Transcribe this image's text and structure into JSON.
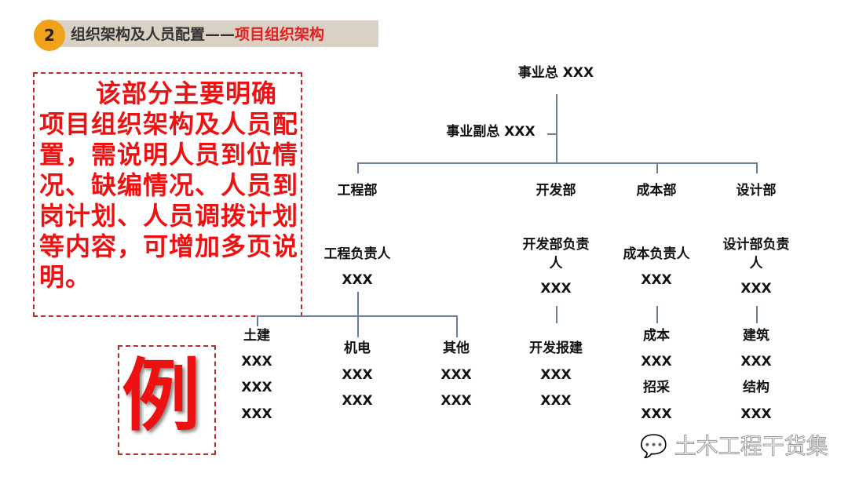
{
  "header": {
    "number": "2",
    "title": "组织架构及人员配置——",
    "highlight": "项目组织架构"
  },
  "note": "该部分主要明确项目组织架构及人员配置，需说明人员到位情况、缺编情况、人员到岗计划、人员调拨计划等内容，可增加多页说明。",
  "org": {
    "ceo": "事业总 XXX",
    "deputy": "事业副总 XXX",
    "depts": [
      "工程部",
      "开发部",
      "成本部",
      "设计部"
    ],
    "eng": {
      "head": "工程负责人",
      "name": "XXX",
      "subs": [
        {
          "label": "土建",
          "names": [
            "XXX",
            "XXX",
            "XXX"
          ]
        },
        {
          "label": "机电",
          "names": [
            "XXX",
            "XXX"
          ]
        },
        {
          "label": "其他",
          "names": [
            "XXX",
            "XXX"
          ]
        }
      ]
    },
    "dev": {
      "head1": "开发部负责",
      "head2": "人",
      "name": "XXX",
      "sub": "开发报建",
      "names": [
        "XXX",
        "XXX"
      ]
    },
    "cost": {
      "head": "成本负责人",
      "name": "XXX",
      "items": [
        "成本",
        "XXX",
        "招采",
        "XXX"
      ]
    },
    "design": {
      "head1": "设计部负责",
      "head2": "人",
      "name": "XXX",
      "items": [
        "建筑",
        "XXX",
        "结构",
        "XXX"
      ]
    }
  },
  "example_label": "例",
  "watermark": "土木工程干货集"
}
